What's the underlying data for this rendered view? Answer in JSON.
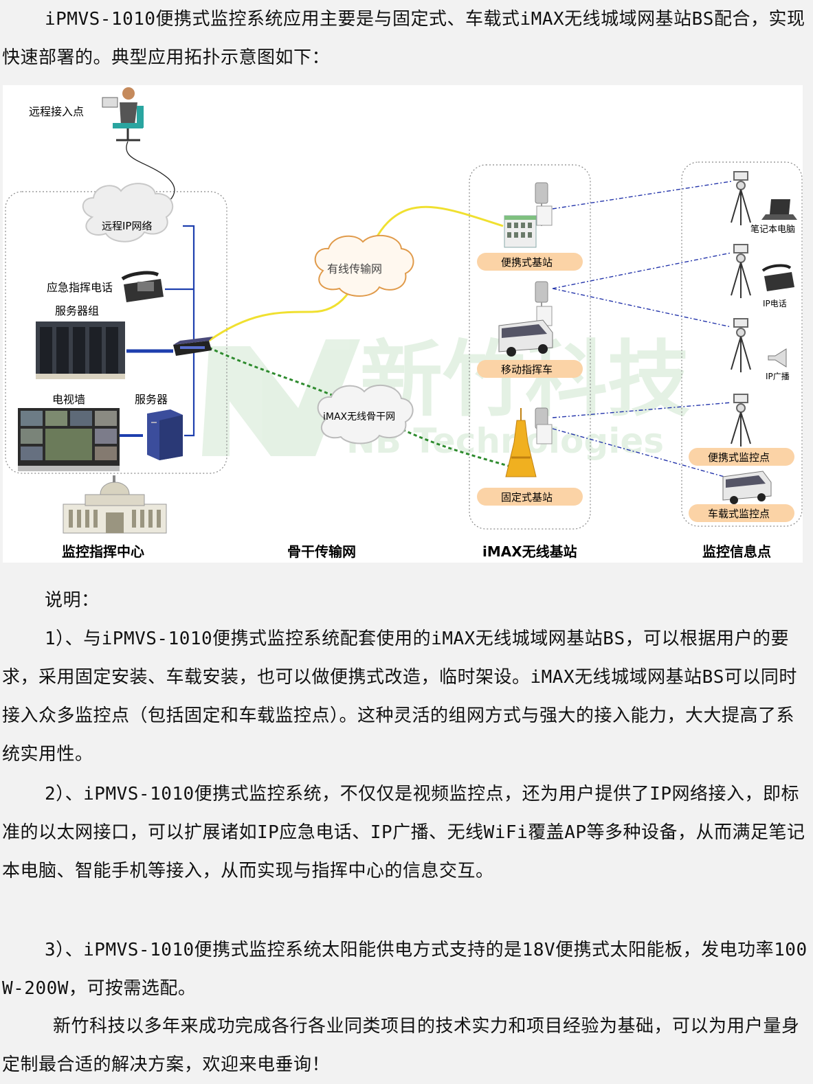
{
  "intro": "iPMVS-1010便携式监控系统应用主要是与固定式、车载式iMAX无线城域网基站BS配合，实现快速部署的。典型应用拓扑示意图如下：",
  "diagram": {
    "watermark_cn": "新竹科技",
    "watermark_en": "NB Technologies",
    "nodes": {
      "remote_access": "远程接入点",
      "remote_ip_network": "远程IP网络",
      "emergency_phone": "应急指挥电话",
      "server_group": "服务器组",
      "tv_wall": "电视墙",
      "server": "服务器",
      "wired_network": "有线传输网",
      "imax_backbone": "iMAX无线骨干网",
      "portable_bs": "便携式基站",
      "mobile_command_vehicle": "移动指挥车",
      "fixed_bs": "固定式基站",
      "laptop": "笔记本电脑",
      "ip_phone": "IP电话",
      "ip_broadcast": "IP广播",
      "portable_monitor_point": "便携式监控点",
      "vehicle_monitor_point": "车载式监控点"
    },
    "sections": {
      "center": "监控指挥中心",
      "backbone": "骨干传输网",
      "imax_bs": "iMAX无线基站",
      "info_points": "监控信息点"
    },
    "colors": {
      "wired_line": "#f0e030",
      "backbone_line": "#2e8b2e",
      "lan_line": "#1e3fae",
      "wireless_link": "#2233aa",
      "badge": "#fbd3a6"
    }
  },
  "notes": {
    "title": "说明：",
    "p1": "1）、与iPMVS-1010便携式监控系统配套使用的iMAX无线城域网基站BS，可以根据用户的要求，采用固定安装、车载安装，也可以做便携式改造，临时架设。iMAX无线城域网基站BS可以同时接入众多监控点（包括固定和车载监控点）。这种灵活的组网方式与强大的接入能力，大大提高了系统实用性。",
    "p2": "2）、iPMVS-1010便携式监控系统，不仅仅是视频监控点，还为用户提供了IP网络接入，即标准的以太网接口，可以扩展诸如IP应急电话、IP广播、无线WiFi覆盖AP等多种设备，从而满足笔记本电脑、智能手机等接入，从而实现与指挥中心的信息交互。",
    "p3": "3）、iPMVS-1010便携式监控系统太阳能供电方式支持的是18V便携式太阳能板，发电功率100W-200W，可按需选配。",
    "p4": "新竹科技以多年来成功完成各行各业同类项目的技术实力和项目经验为基础，可以为用户量身定制最合适的解决方案，欢迎来电垂询！"
  }
}
